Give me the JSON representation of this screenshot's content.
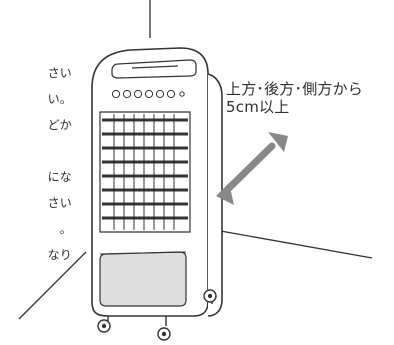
{
  "page": {
    "left_text_lines": [
      "さい",
      "い。",
      "どか",
      "",
      "にな",
      "さい",
      "。",
      "なり"
    ],
    "clearance_note": {
      "line1": "上方･後方･側方から",
      "line2": "5cm以上"
    }
  }
}
